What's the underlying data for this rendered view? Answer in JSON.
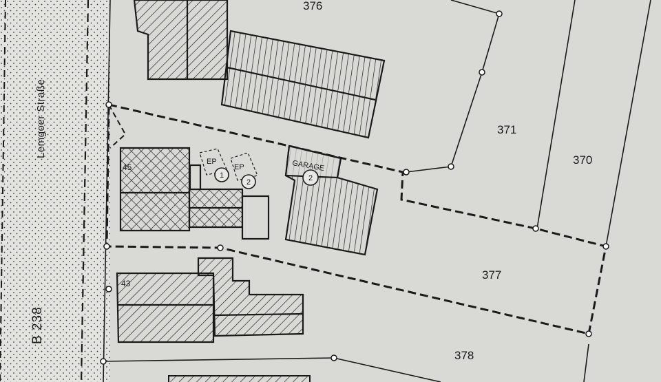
{
  "map": {
    "parcels": [
      {
        "id": "376",
        "label": "376"
      },
      {
        "id": "371",
        "label": "371"
      },
      {
        "id": "370",
        "label": "370"
      },
      {
        "id": "377",
        "label": "377"
      },
      {
        "id": "378",
        "label": "378"
      }
    ],
    "street_name": "Lemgoer Straße",
    "road_label": "B 238",
    "house_numbers": [
      "45",
      "43"
    ],
    "garage_label": "GARAGE",
    "ep_labels": [
      "EP",
      "EP"
    ],
    "circle_markers": [
      "1",
      "2",
      "2"
    ],
    "colors": {
      "paper": "#d9dad6",
      "ink": "#1a1a1a",
      "street_band": "#e3e4e0",
      "building_fill": "#c9cac6"
    }
  }
}
